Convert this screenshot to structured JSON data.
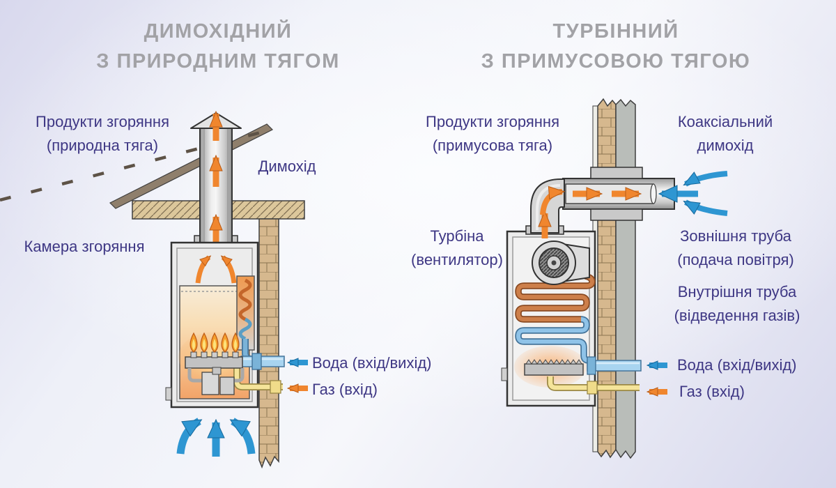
{
  "colors": {
    "title_text": "#a2a2a6",
    "label_text": "#3e3784",
    "hot_flow": "#f0862e",
    "cold_flow": "#2e96d2",
    "water_pipe": "#a8d4f0",
    "gas_pipe": "#f5e49a",
    "brick": "#d6b88e",
    "metal_light": "#ededed",
    "background_edge": "#d8d8ed",
    "background_center": "#fbfcfe"
  },
  "left": {
    "title_line1": "ДИМОХІДНИЙ",
    "title_line2": "З ПРИРОДНИМ ТЯГОМ",
    "labels": {
      "products_l1": "Продукти згоряння",
      "products_l2": "(природна тяга)",
      "chimney": "Димохід",
      "chamber": "Камера згоряння",
      "water": "Вода (вхід/вихід)",
      "gas": "Газ (вхід)"
    }
  },
  "right": {
    "title_line1": "ТУРБІННИЙ",
    "title_line2": "З ПРИМУСОВОЮ ТЯГОЮ",
    "labels": {
      "products_l1": "Продукти згоряння",
      "products_l2": "(примусова тяга)",
      "coaxial_l1": "Коаксіальний",
      "coaxial_l2": "димохід",
      "turbine_l1": "Турбіна",
      "turbine_l2": "(вентилятор)",
      "outer_l1": "Зовнішня труба",
      "outer_l2": "(подача повітря)",
      "inner_l1": "Внутрішня труба",
      "inner_l2": "(відведення газів)",
      "water": "Вода (вхід/вихід)",
      "gas": "Газ (вхід)"
    }
  }
}
